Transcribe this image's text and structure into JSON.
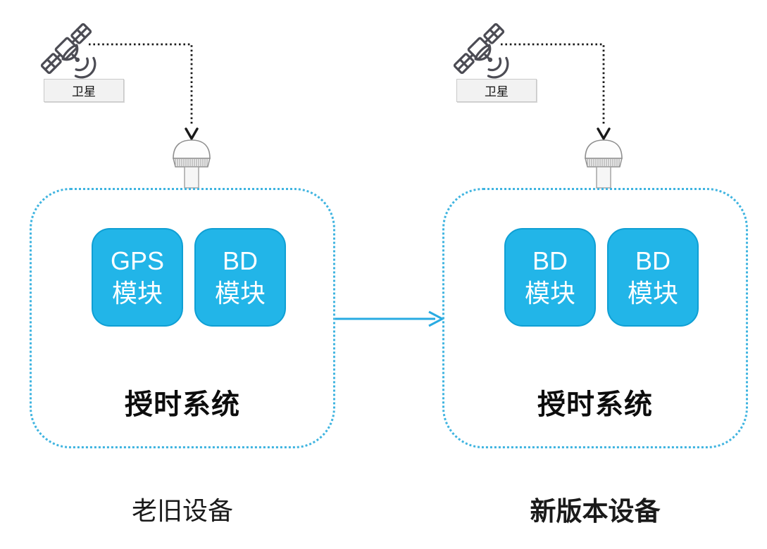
{
  "colors": {
    "accent": "#29abe2",
    "module_fill": "#22b5e8",
    "module_border": "#0f9fd4",
    "container_border": "#3fb4e0",
    "connector": "#1a1a1a",
    "satellite_stroke": "#4c4c54",
    "label_box_bg": "#f2f2f2",
    "label_box_border": "#c9c9c9",
    "text": "#1a1a1a"
  },
  "icons": {
    "satellite": "satellite-icon",
    "antenna": "gnss-antenna-icon",
    "signal_link": "dotted-down-arrow",
    "upgrade": "right-arrow"
  },
  "left": {
    "satellite_label": "卫星",
    "modules": [
      {
        "line1": "GPS",
        "line2": "模块"
      },
      {
        "line1": "BD",
        "line2": "模块"
      }
    ],
    "system_label": "授时系统",
    "device_label": "老旧设备"
  },
  "right": {
    "satellite_label": "卫星",
    "modules": [
      {
        "line1": "BD",
        "line2": "模块"
      },
      {
        "line1": "BD",
        "line2": "模块"
      }
    ],
    "system_label": "授时系统",
    "device_label": "新版本设备"
  }
}
